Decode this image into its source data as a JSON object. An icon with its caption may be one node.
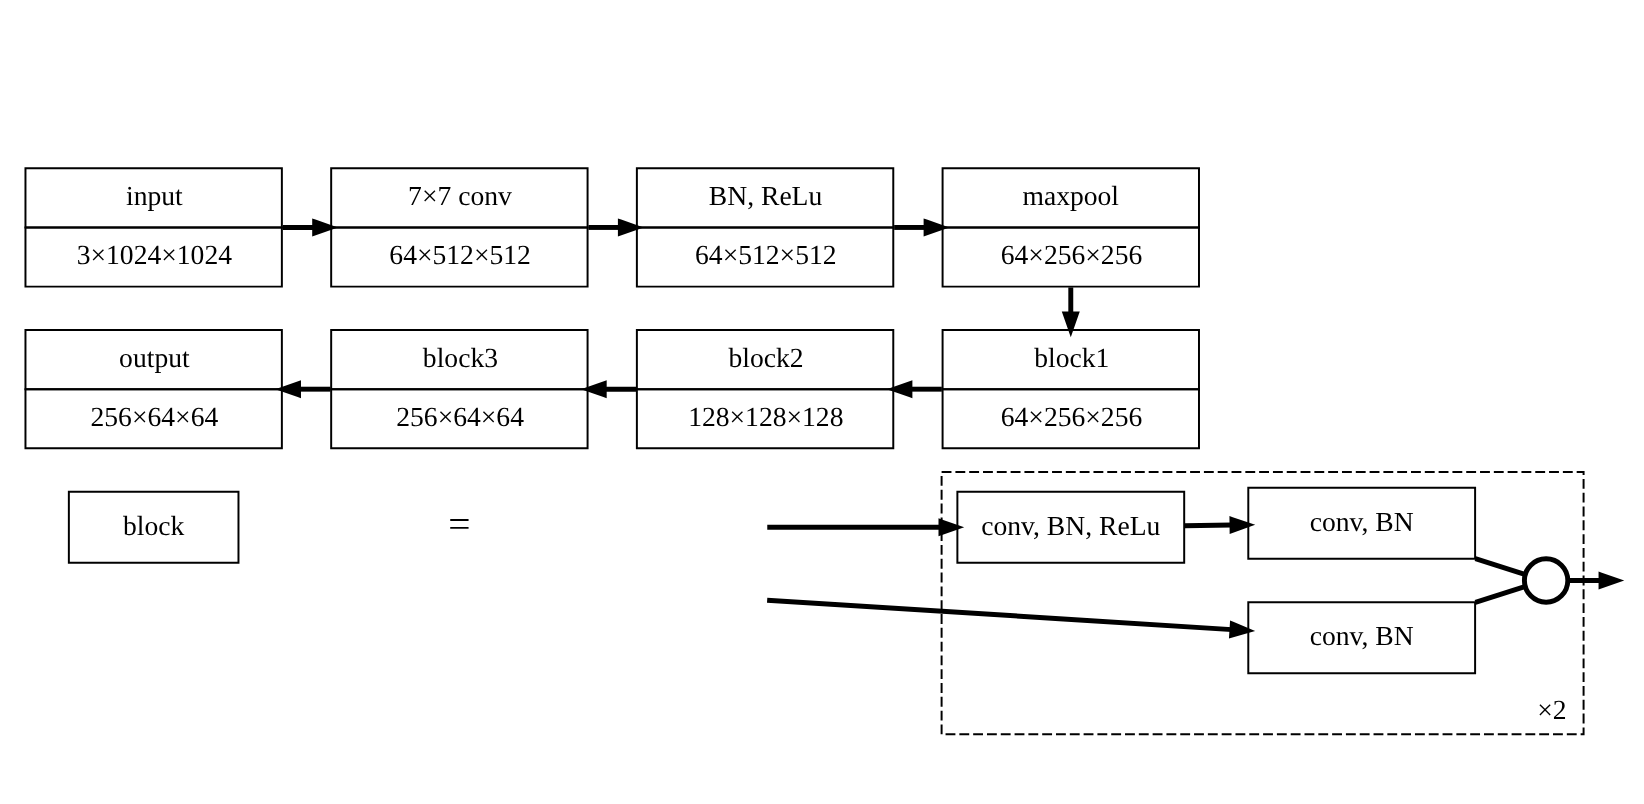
{
  "diagram": {
    "nodes": [
      {
        "text": [
          "input",
          "3×1024×1024"
        ]
      },
      {
        "text": [
          "7×7 conv",
          "64×512×512"
        ]
      },
      {
        "text": [
          "BN, ReLu",
          "64×512×512"
        ]
      },
      {
        "text": [
          "maxpool",
          "64×256×256"
        ]
      },
      {
        "text": [
          "block1",
          "64×256×256"
        ]
      },
      {
        "text": [
          "block2",
          "128×128×128"
        ]
      },
      {
        "text": [
          "block3",
          "256×64×64"
        ]
      },
      {
        "text": [
          "output",
          "256×64×64"
        ]
      },
      {
        "text": [
          "block"
        ]
      },
      {
        "text": [
          "×2"
        ]
      },
      {
        "text": [
          "conv, BN, ReLu"
        ],
        "in": 9
      },
      {
        "text": [
          "conv, BN"
        ],
        "in": 9
      },
      {
        "text": [
          "conv, BN"
        ],
        "in": 9
      },
      {
        "text": [],
        "shape": "circle",
        "in": 9
      }
    ],
    "edges": [
      {
        "from": 0,
        "to": 1,
        "arrow": "to"
      },
      {
        "from": 1,
        "to": 2,
        "arrow": "to"
      },
      {
        "from": 2,
        "to": 3,
        "arrow": "to"
      },
      {
        "from": 3,
        "to": 4,
        "arrow": "to"
      },
      {
        "from": 4,
        "to": 5,
        "arrow": "to"
      },
      {
        "from": 5,
        "to": 6,
        "arrow": "to"
      },
      {
        "from": 6,
        "to": 7,
        "arrow": "to"
      },
      {
        "from": null,
        "to": 10,
        "arrow": "to"
      },
      {
        "from": null,
        "to": 12,
        "arrow": "to"
      },
      {
        "from": 10,
        "to": 11,
        "arrow": "to"
      },
      {
        "from": 11,
        "to": 13,
        "arrow": "none"
      },
      {
        "from": 12,
        "to": 13,
        "arrow": "none"
      },
      {
        "from": 13,
        "to": null,
        "arrow": "to"
      }
    ],
    "labels": [
      "="
    ]
  }
}
